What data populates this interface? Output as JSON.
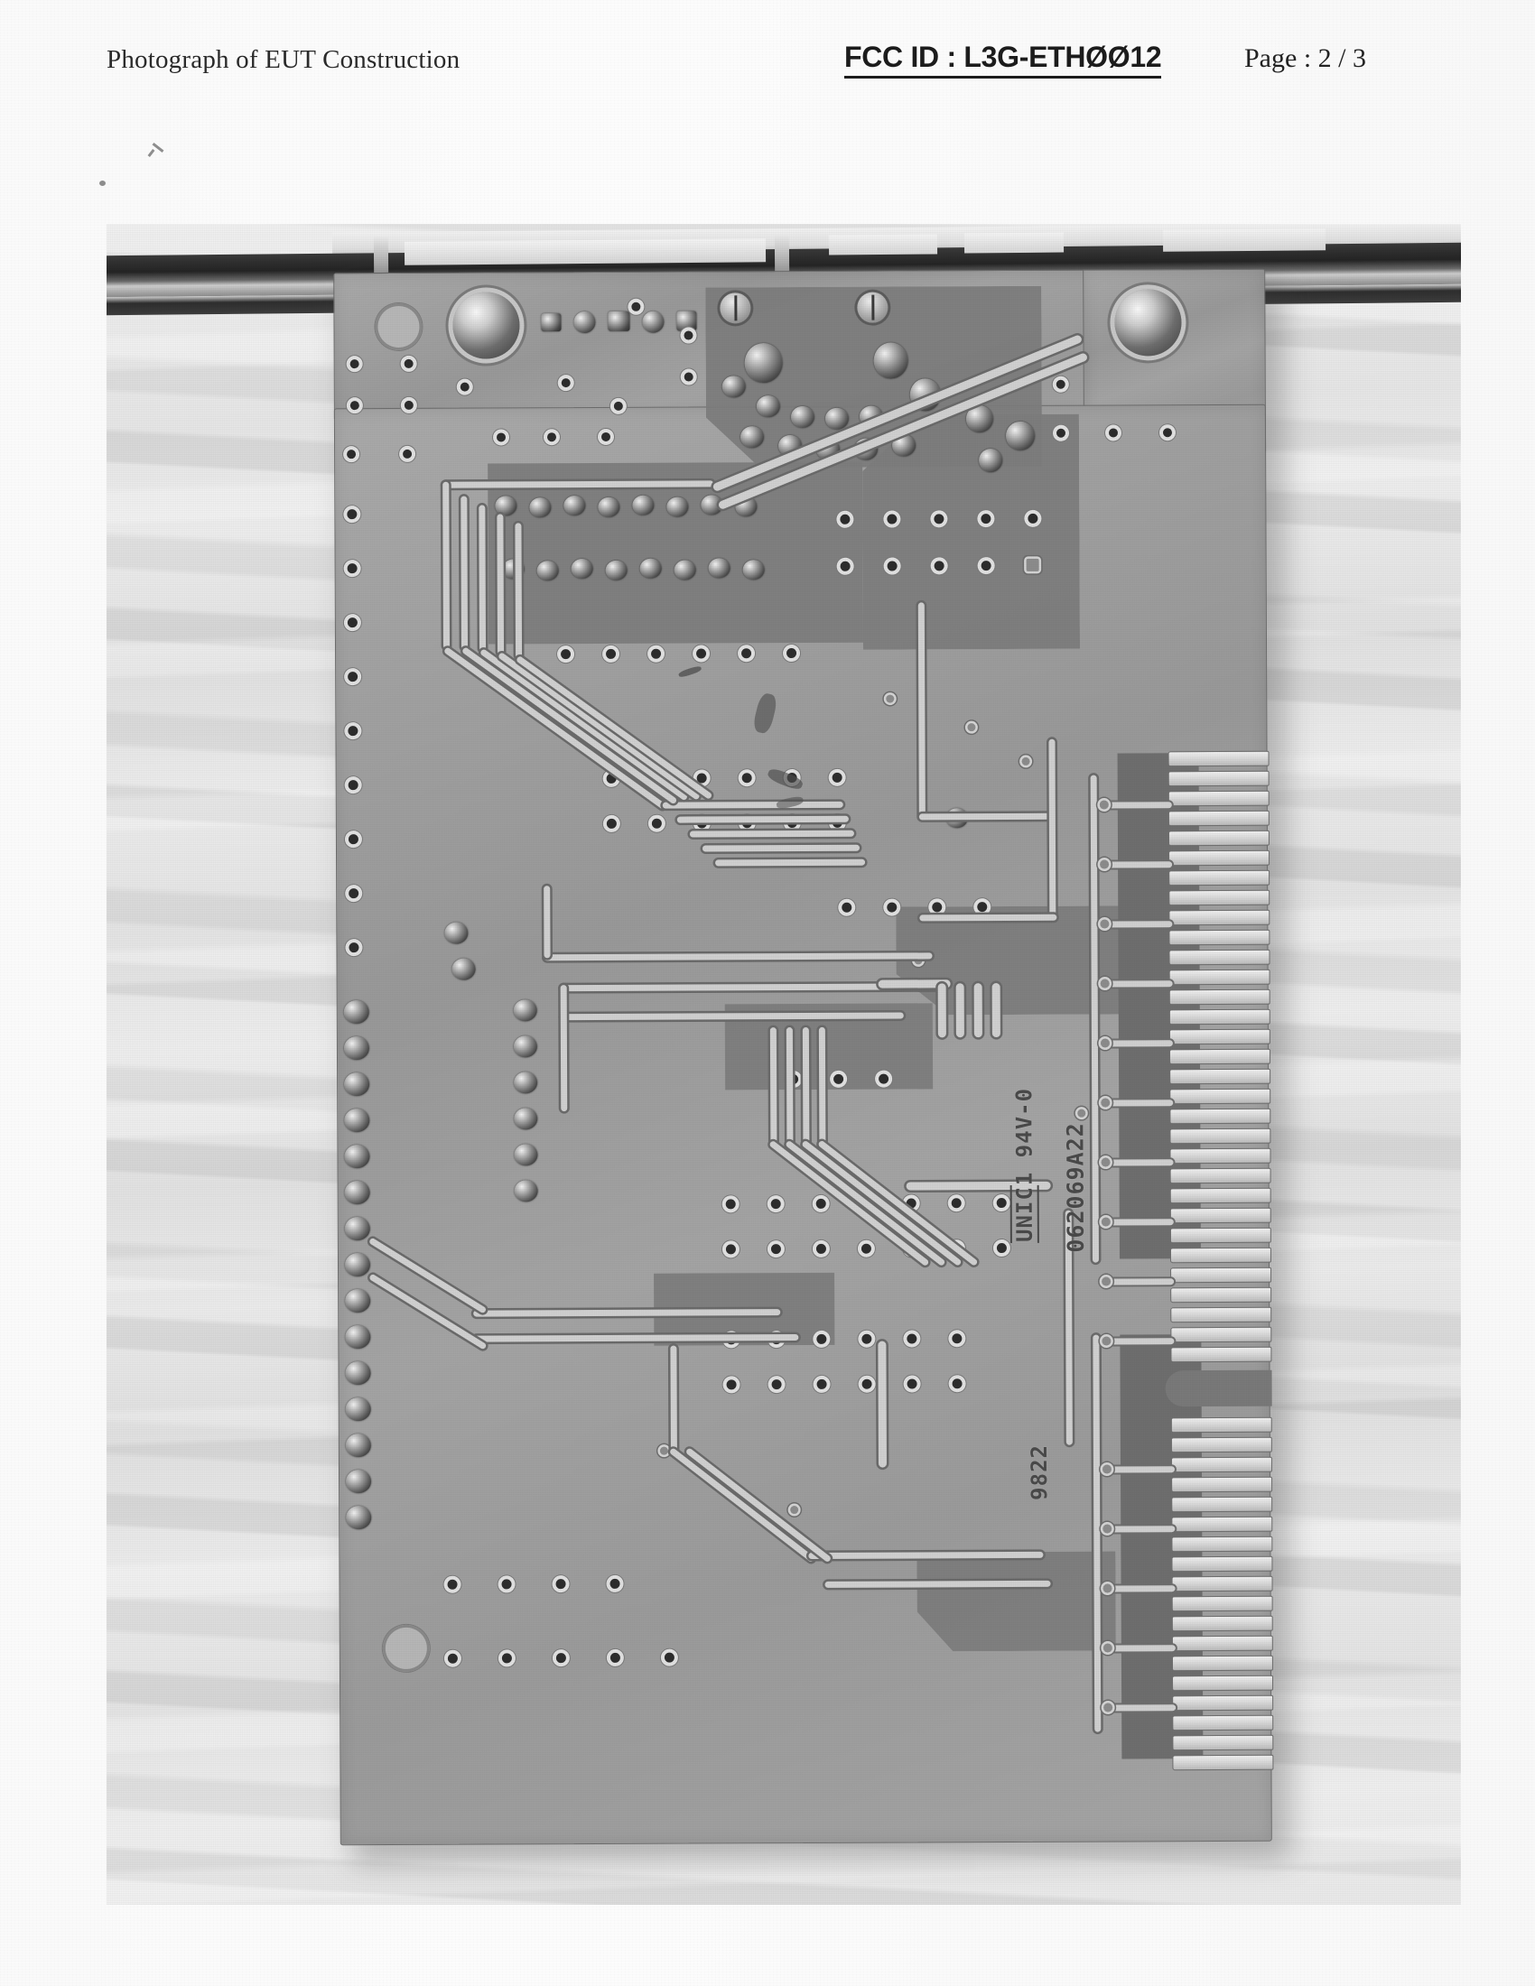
{
  "document": {
    "header_title": "Photograph of EUT Construction",
    "fcc_id": "FCC ID : L3G-ETHØØ12",
    "page_label": "Page : 2 / 3"
  },
  "photograph": {
    "subject": "printed-circuit-board-solder-side",
    "orientation": "vertical",
    "silkscreen": {
      "ul_mark_prefix": "UNIC",
      "ul_mark_suffix": "1 94V-0",
      "part_number": "062069A22",
      "date_code": "9822"
    },
    "features": {
      "bracket": "metal-mounting-bracket",
      "edge_connector": "isa-gold-finger-edge-connector",
      "connectors": [
        "bnc-coax-connector",
        "rj45-modular-jack"
      ],
      "finger_count_upper": 31,
      "finger_count_lower": 18
    }
  },
  "colors": {
    "paper": "#fafafa",
    "ink": "#1c1c1c",
    "pcb_substrate": "#a2a2a2",
    "copper_pour": "#7e7e7e",
    "trace": "#d2d2d2",
    "bracket_metal": "#2e2e2e",
    "gold_finger": "#dcdcdc"
  }
}
